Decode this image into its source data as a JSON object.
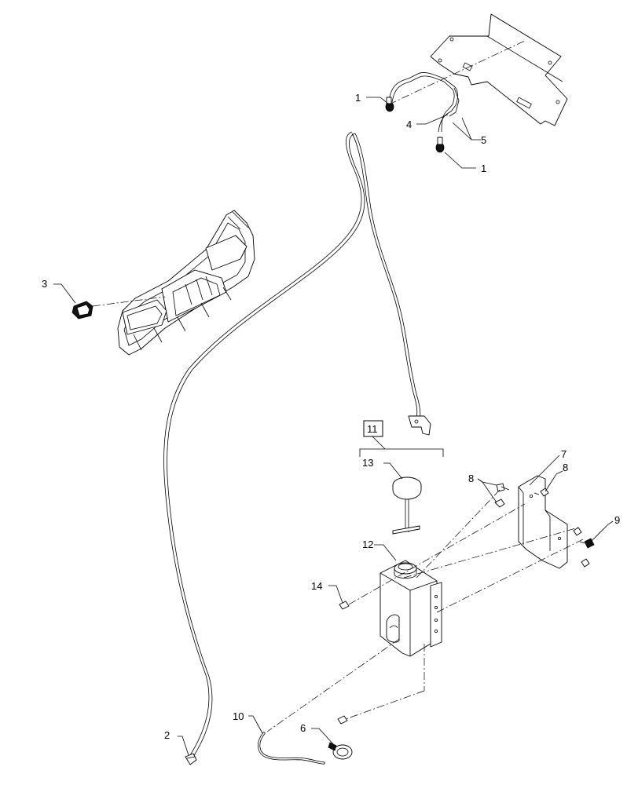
{
  "diagram": {
    "callouts": [
      {
        "id": "c1a",
        "label": "1"
      },
      {
        "id": "c1b",
        "label": "1"
      },
      {
        "id": "c2",
        "label": "2"
      },
      {
        "id": "c3",
        "label": "3"
      },
      {
        "id": "c4",
        "label": "4"
      },
      {
        "id": "c5",
        "label": "5"
      },
      {
        "id": "c6",
        "label": "6"
      },
      {
        "id": "c7",
        "label": "7"
      },
      {
        "id": "c8a",
        "label": "8"
      },
      {
        "id": "c8b",
        "label": "8"
      },
      {
        "id": "c9",
        "label": "9"
      },
      {
        "id": "c10",
        "label": "10"
      },
      {
        "id": "c11",
        "label": "11"
      },
      {
        "id": "c12",
        "label": "12"
      },
      {
        "id": "c13",
        "label": "13"
      },
      {
        "id": "c14",
        "label": "14"
      }
    ]
  }
}
